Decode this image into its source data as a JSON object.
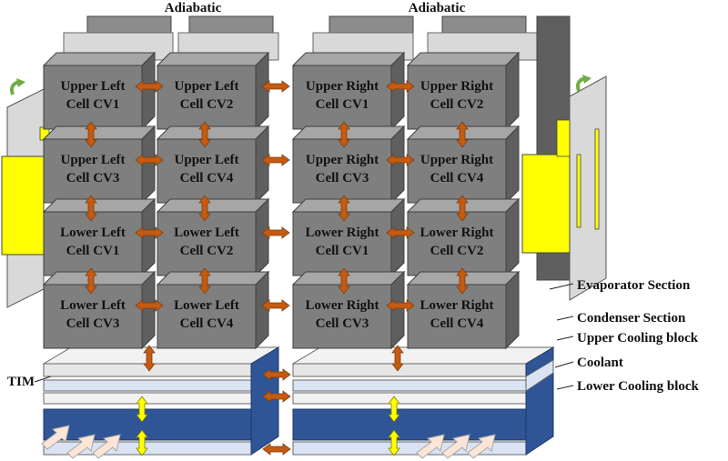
{
  "top_labels": {
    "left": "Adiabatic",
    "right": "Adiabatic"
  },
  "cells": {
    "ul1": [
      "Upper Left",
      "Cell CV1"
    ],
    "ul2": [
      "Upper Left",
      "Cell CV2"
    ],
    "ur1": [
      "Upper Right",
      "Cell CV1"
    ],
    "ur2": [
      "Upper Right",
      "Cell CV2"
    ],
    "ul3": [
      "Upper Left",
      "Cell CV3"
    ],
    "ul4": [
      "Upper Left",
      "Cell CV4"
    ],
    "ur3": [
      "Upper Right",
      "Cell CV3"
    ],
    "ur4": [
      "Upper Right",
      "Cell CV4"
    ],
    "ll1": [
      "Lower Left",
      "Cell CV1"
    ],
    "ll2": [
      "Lower Left",
      "Cell CV2"
    ],
    "lr1": [
      "Lower Right",
      "Cell CV1"
    ],
    "lr2": [
      "Lower Right",
      "Cell CV2"
    ],
    "ll3": [
      "Lower Left",
      "Cell CV3"
    ],
    "ll4": [
      "Lower Left",
      "Cell CV4"
    ],
    "lr3": [
      "Lower Right",
      "Cell CV3"
    ],
    "lr4": [
      "Lower Right",
      "Cell CV4"
    ]
  },
  "side_labels": {
    "evaporator": "Evaporator Section",
    "condenser": "Condenser Section",
    "upper_cooling": "Upper Cooling block",
    "coolant": "Coolant",
    "lower_cooling": "Lower Cooling block",
    "tim": "TIM"
  },
  "colors": {
    "cell_front": "#7f7f7f",
    "cell_top": "#a6a6a6",
    "cell_side": "#5f5f5f",
    "heat_arrow": "#c55a11",
    "cool_arrow": "#ffff00",
    "coolant_blue": "#2f5597",
    "heat_pipe_yellow": "#ffff00",
    "plate_grey": "#d9d9d9",
    "light_blue": "#dae3f3",
    "flow_arrow": "#fbe5d6",
    "rotate_arrow": "#70ad47"
  }
}
